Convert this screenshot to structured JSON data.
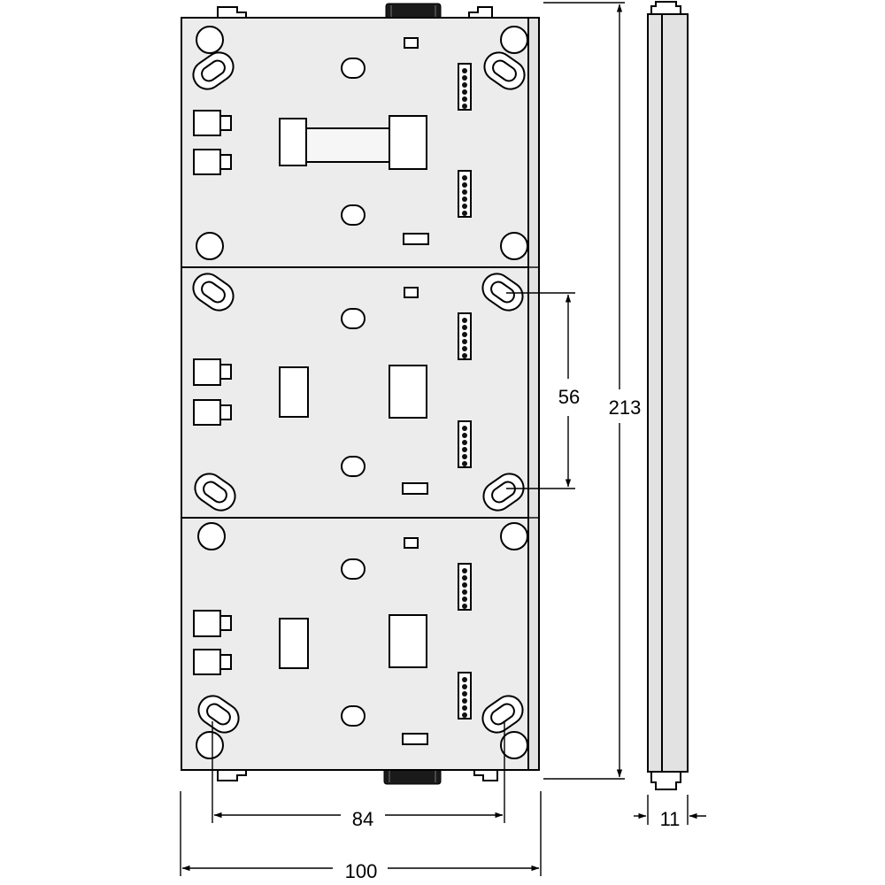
{
  "diagram": {
    "dimensions": {
      "height_total": "213",
      "pitch": "56",
      "hole_spacing": "84",
      "width_total": "100",
      "depth": "11"
    },
    "colors": {
      "line": "#000000",
      "plate": "#ececec",
      "background": "#ffffff"
    }
  }
}
